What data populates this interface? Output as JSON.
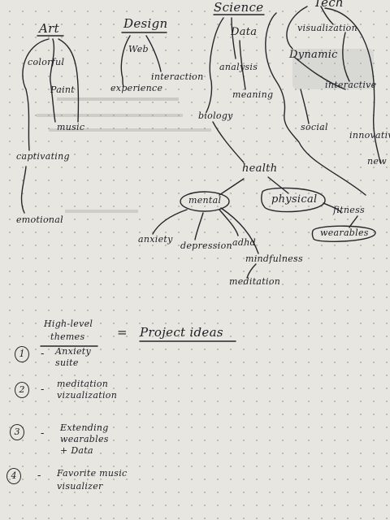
{
  "categories": {
    "art": "Art",
    "design": "Design",
    "science": "Science",
    "tech": "Tech"
  },
  "art": {
    "colorful": "colorful",
    "paint": "Paint",
    "music": "music",
    "captivating": "captivating",
    "emotional": "emotional"
  },
  "design": {
    "web": "Web",
    "experience": "experience",
    "interaction": "interaction"
  },
  "science": {
    "data": "Data",
    "analysis": "analysis",
    "meaning": "meaning",
    "biology": "biology"
  },
  "tech": {
    "visualization": "visualization",
    "dynamic": "Dynamic",
    "interactive": "interactive",
    "social": "social",
    "innovative": "innovative",
    "new": "new"
  },
  "health": {
    "health": "health",
    "mental": "mental",
    "physical": "physical",
    "fitness": "fitness",
    "wearables": "wearables",
    "anxiety": "anxiety",
    "depression": "depression",
    "adhd": "adhd",
    "mindfulness": "mindfulness",
    "meditation": "meditation"
  },
  "themes": {
    "label_line1": "High-level",
    "label_line2": "themes",
    "equals": "=",
    "project_ideas": "Project ideas"
  },
  "ideas": [
    {
      "number": "1",
      "dash": "-",
      "line1": "Anxiety",
      "line2": "suite"
    },
    {
      "number": "2",
      "dash": "-",
      "line1": "meditation",
      "line2": "vizualization"
    },
    {
      "number": "3",
      "dash": "-",
      "line1": "Extending",
      "line2": "wearables",
      "line3": "+ Data"
    },
    {
      "number": "4",
      "dash": "-",
      "line1": "Favorite music",
      "line2": "visualizer"
    }
  ]
}
